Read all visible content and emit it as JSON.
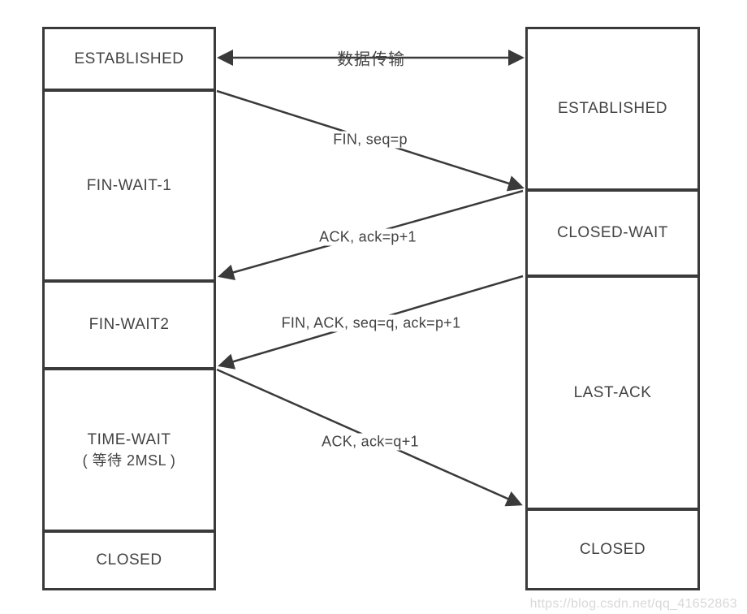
{
  "diagram_title": "TCP connection release (four-way handshake) state diagram",
  "colors": {
    "line": "#3a3a3a",
    "text": "#434343",
    "watermark": "#d8d8d8",
    "background": "#ffffff"
  },
  "client": {
    "states": [
      {
        "label": "ESTABLISHED"
      },
      {
        "label": "FIN-WAIT-1"
      },
      {
        "label": "FIN-WAIT2"
      },
      {
        "label": "TIME-WAIT",
        "sublabel": "( 等待 2MSL )"
      },
      {
        "label": "CLOSED"
      }
    ]
  },
  "server": {
    "states": [
      {
        "label": "ESTABLISHED"
      },
      {
        "label": "CLOSED-WAIT"
      },
      {
        "label": "LAST-ACK"
      },
      {
        "label": "CLOSED"
      }
    ]
  },
  "messages": [
    {
      "label": "数据传输",
      "direction": "both"
    },
    {
      "label": "FIN, seq=p",
      "direction": "client-to-server"
    },
    {
      "label": "ACK, ack=p+1",
      "direction": "server-to-client"
    },
    {
      "label": "FIN, ACK, seq=q, ack=p+1",
      "direction": "server-to-client"
    },
    {
      "label": "ACK, ack=q+1",
      "direction": "client-to-server"
    }
  ],
  "watermark": "https://blog.csdn.net/qq_41652863"
}
